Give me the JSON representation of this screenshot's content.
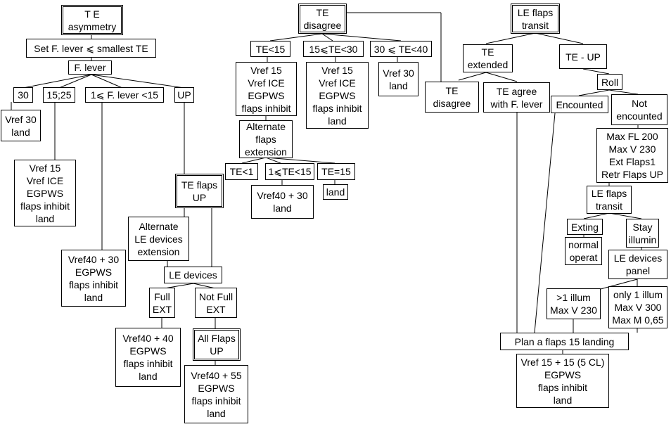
{
  "n": {
    "te_asym": "T E\nasymmetry",
    "set_lever": "Set F. lever ⩽ smallest TE",
    "f_lever": "F. lever",
    "b30": "30",
    "b1525": "15;25",
    "b1to15": "1⩽ F. lever <15",
    "up": "UP",
    "vref30": "Vref 30\nland",
    "vref15ice_l": "Vref 15\nVref ICE\nEGPWS\nflaps inhibit\nland",
    "vref40_30_l": "Vref40 + 30\nEGPWS\nflaps inhibit\nland",
    "te_flaps_up": "TE flaps\nUP",
    "alt_le": "Alternate\nLE devices\nextension",
    "le_devices": "LE devices",
    "full_ext": "Full\nEXT",
    "not_full_ext": "Not Full\nEXT",
    "all_flaps_up": "All Flaps\nUP",
    "vref40_40": "Vref40 + 40\nEGPWS\nflaps inhibit\nland",
    "vref40_55": "Vref40 + 55\nEGPWS\nflaps inhibit\nland",
    "te_disagree": "TE\ndisagree",
    "te_lt15": "TE<15",
    "te15_30": "15⩽TE<30",
    "te30_40": "30 ⩽ TE<40",
    "vref15ice_m": "Vref 15\nVref ICE\nEGPWS\nflaps inhibit",
    "vref15ice_land": "Vref 15\nVref ICE\nEGPWS\nflaps inhibit\nland",
    "vref30_m": "Vref 30\nland",
    "alt_flaps": "Alternate\nflaps\nextension",
    "te_lt1": "TE<1",
    "te1_15": "1⩽TE<15",
    "te_eq15": "TE=15",
    "vref40_30_m": "Vref40 + 30\nland",
    "land": "land",
    "le_transit": "LE flaps\ntransit",
    "te_extended": "TE\nextended",
    "te_up": "TE - UP",
    "te_disagree2": "TE\ndisagree",
    "te_agree": "TE agree\nwith F. lever",
    "roll": "Roll",
    "encounted": "Encounted",
    "not_encountered": "Not\nencounted",
    "max_fl": "Max FL 200\nMax V 230\nExt Flaps1\nRetr Flaps UP",
    "le_transit2": "LE flaps\ntransit",
    "exting": "Exting",
    "stay_illum": "Stay\nillumin",
    "normal_op": "normal\noperat",
    "le_panel": "LE devices\npanel",
    "gt1_illum": ">1 illum\nMax V 230",
    "only1_illum": "only 1 illum\nMax V 300\nMax M 0,65",
    "plan15": "Plan a flaps 15 landing",
    "vref15_5cl": "Vref 15 + 15 (5 CL)\nEGPWS\nflaps inhibit\nland"
  }
}
